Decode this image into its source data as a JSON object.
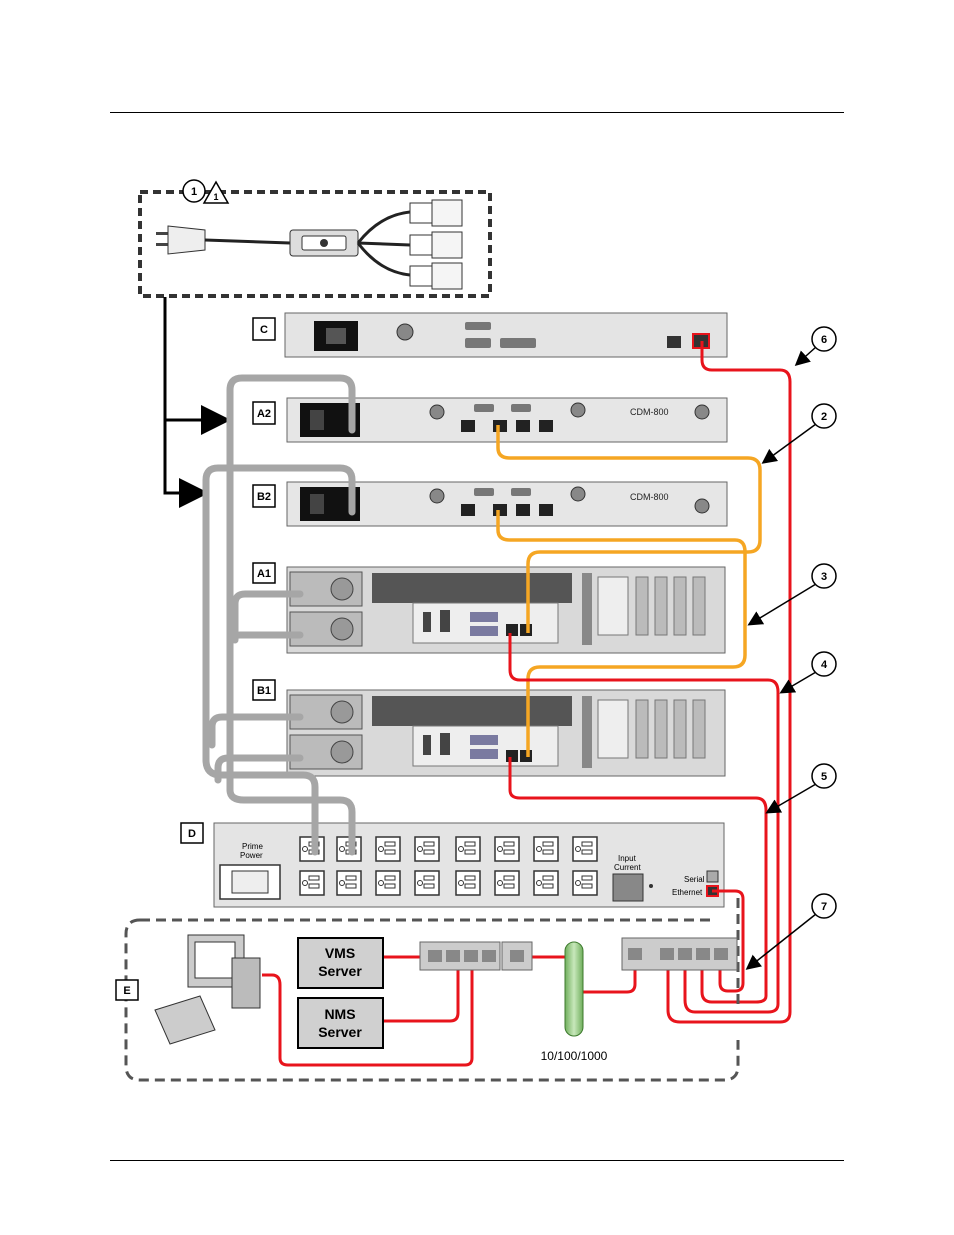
{
  "labels": {
    "power_ref": "1",
    "warning_ref": "1",
    "unit_c": "C",
    "unit_a2": "A2",
    "unit_b2": "B2",
    "unit_a1": "A1",
    "unit_b1": "B1",
    "unit_d": "D",
    "unit_e": "E"
  },
  "callouts": [
    "2",
    "3",
    "4",
    "5",
    "6",
    "7"
  ],
  "callout_6": "6",
  "callout_2": "2",
  "callout_3": "3",
  "callout_4": "4",
  "callout_5": "5",
  "callout_7": "7",
  "modem_a2_model": "CDM-800",
  "modem_b2_model": "CDM-800",
  "pdu": {
    "prime_power": "Prime\nPower",
    "prime_line1": "Prime",
    "prime_line2": "Power",
    "input_line1": "Input",
    "input_line2": "Current",
    "serial": "Serial",
    "ethernet": "Ethernet"
  },
  "servers": {
    "vms_line1": "VMS",
    "vms_line2": "Server",
    "nms_line1": "NMS",
    "nms_line2": "Server"
  },
  "network_label": "10/100/1000",
  "colors": {
    "power_cable": "#a6a6a6",
    "ethernet_red": "#e8141c",
    "ethernet_orange": "#f5a623",
    "network_tube": "#9bcf8a"
  }
}
